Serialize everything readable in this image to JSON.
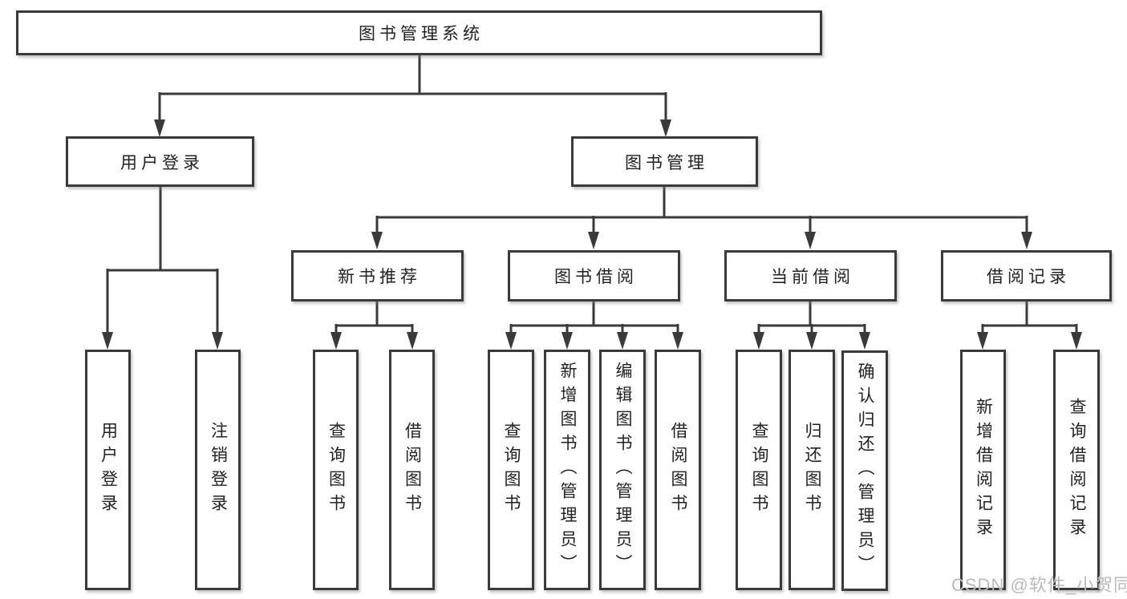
{
  "root": {
    "label": "图书管理系统"
  },
  "level2": [
    {
      "label": "用户登录"
    },
    {
      "label": "图书管理"
    }
  ],
  "level3": [
    {
      "label": "新书推荐"
    },
    {
      "label": "图书借阅"
    },
    {
      "label": "当前借阅"
    },
    {
      "label": "借阅记录"
    }
  ],
  "leaves": [
    {
      "label": "用户登录"
    },
    {
      "label": "注销登录"
    },
    {
      "label": "查询图书"
    },
    {
      "label": "借阅图书"
    },
    {
      "label": "查询图书"
    },
    {
      "label": "新增图书（管理员）"
    },
    {
      "label": "编辑图书（管理员）"
    },
    {
      "label": "借阅图书"
    },
    {
      "label": "查询图书"
    },
    {
      "label": "归还图书"
    },
    {
      "label": "确认归还（管理员）"
    },
    {
      "label": "新增借阅记录"
    },
    {
      "label": "查询借阅记录"
    }
  ],
  "watermark": "CSDN @软件_小贺同学",
  "colors": {
    "line": "#3a3a3a",
    "text": "#222222",
    "watermark": "#b9babe",
    "background": "#ffffff"
  }
}
